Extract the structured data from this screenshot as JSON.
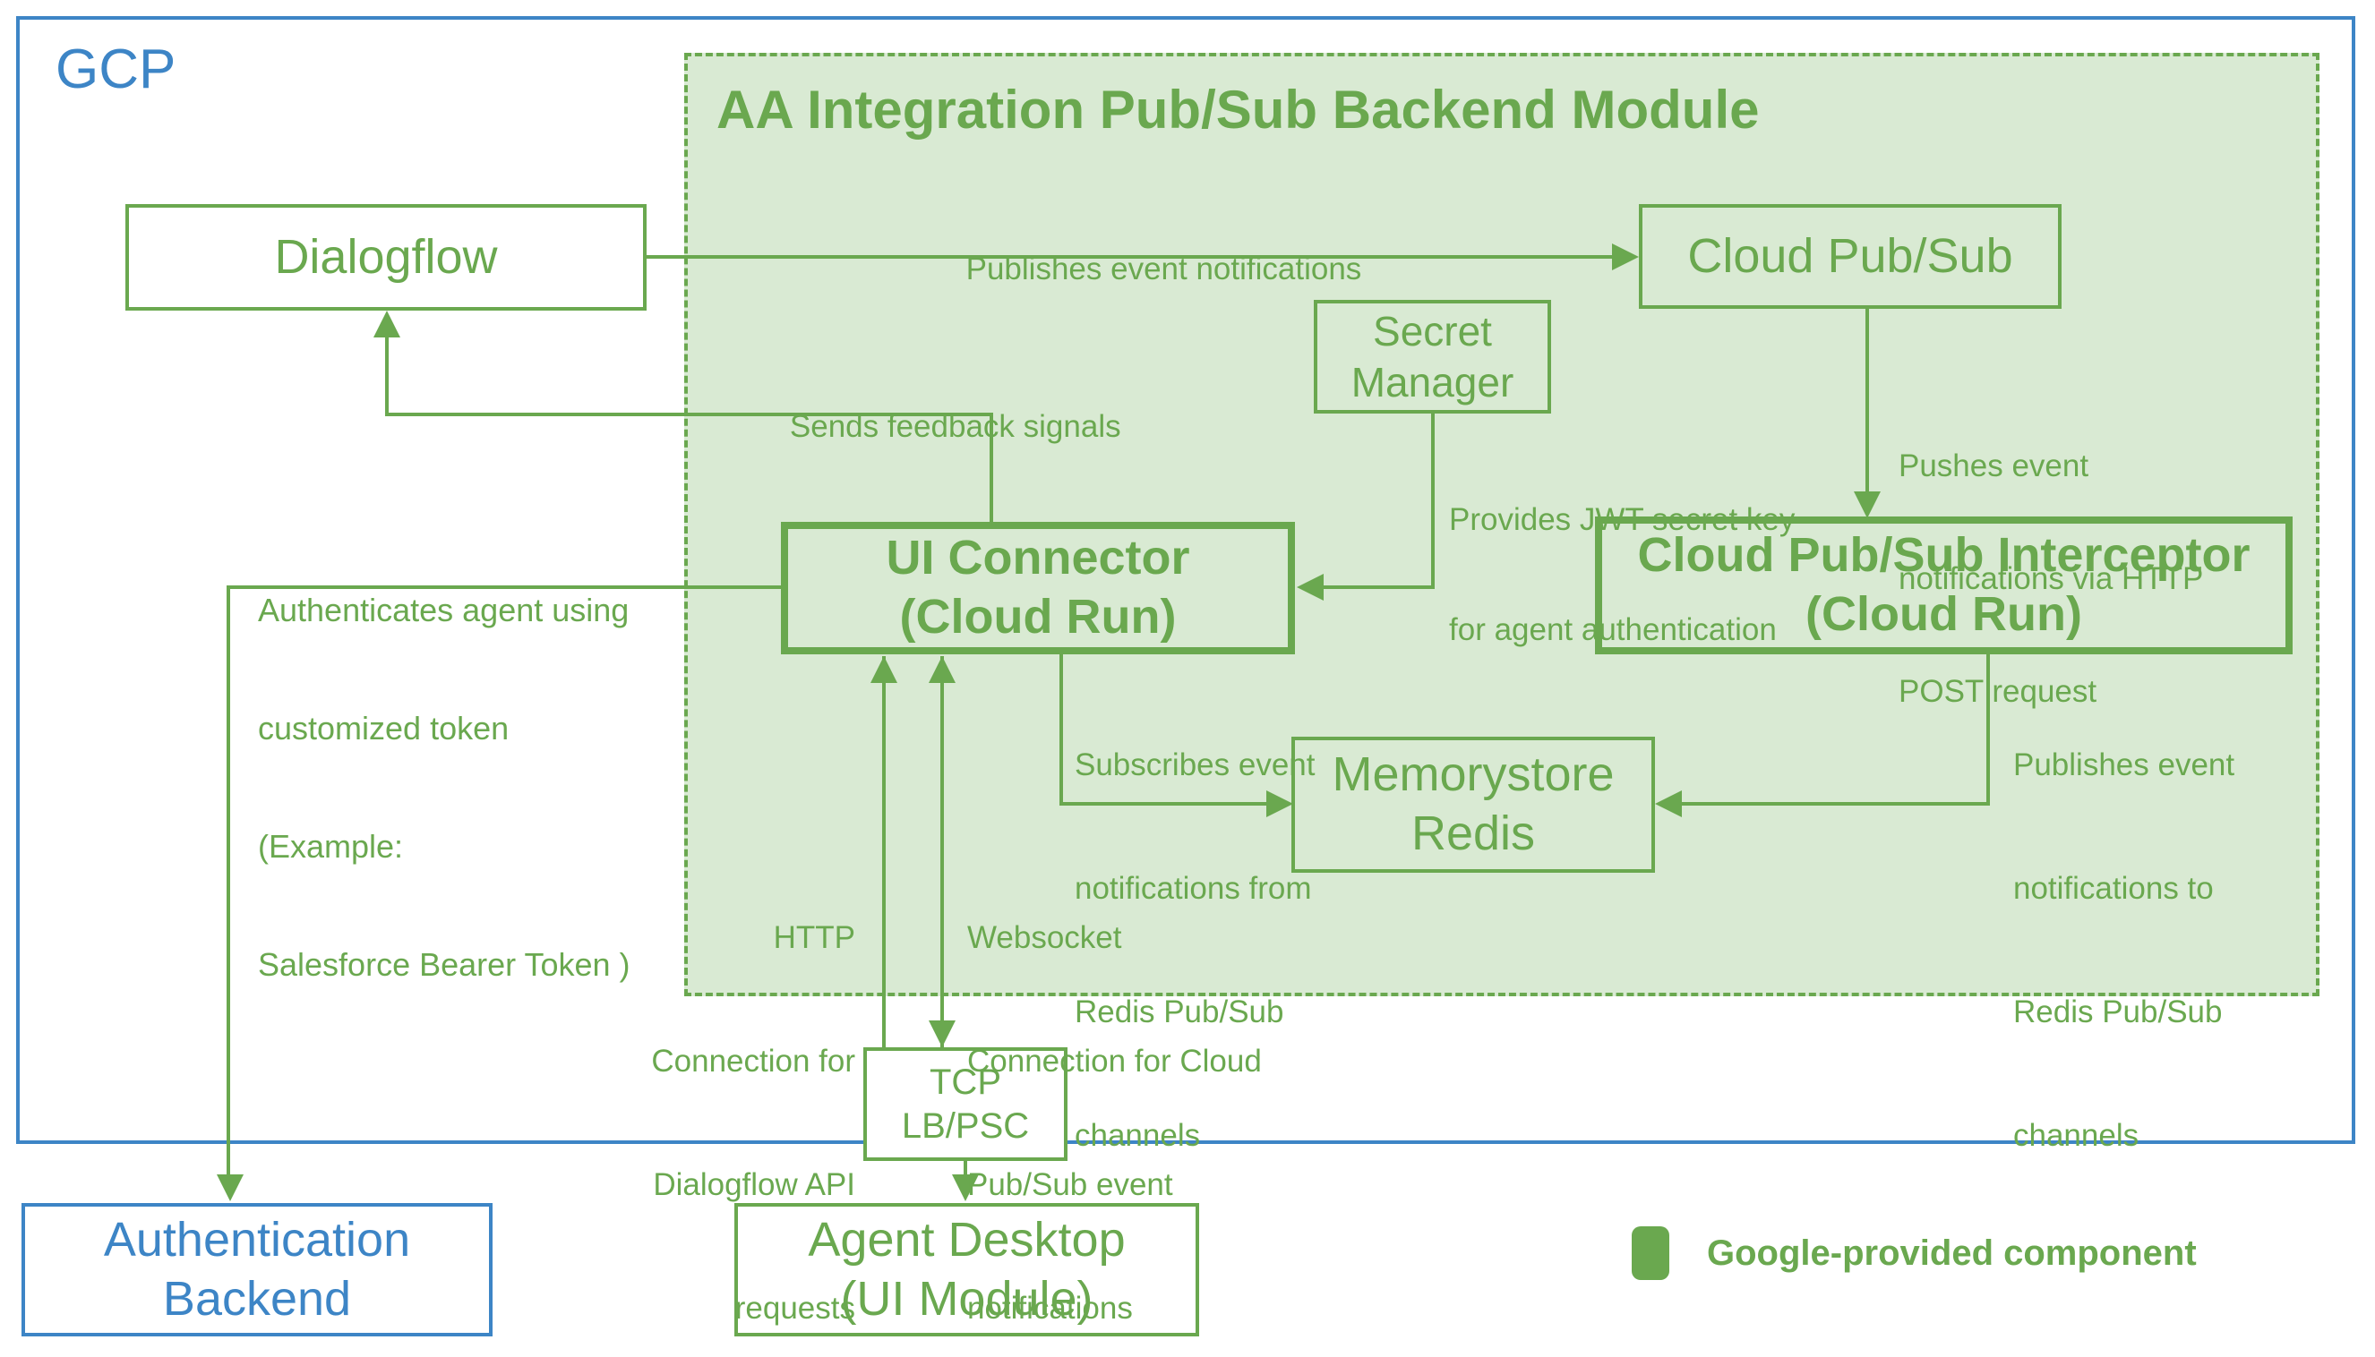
{
  "colors": {
    "green": "#6aa84f",
    "light_green_fill": "#d9ead3",
    "blue": "#3d85c6"
  },
  "gcp": {
    "label": "GCP"
  },
  "module": {
    "title": "AA Integration Pub/Sub Backend Module"
  },
  "nodes": {
    "dialogflow": {
      "lines": [
        "Dialogflow"
      ]
    },
    "cloud_pubsub": {
      "lines": [
        "Cloud Pub/Sub"
      ]
    },
    "secret_manager": {
      "lines": [
        "Secret",
        "Manager"
      ]
    },
    "ui_connector": {
      "lines": [
        "UI Connector",
        "(Cloud Run)"
      ]
    },
    "interceptor": {
      "lines": [
        "Cloud Pub/Sub Interceptor",
        "(Cloud Run)"
      ]
    },
    "memorystore": {
      "lines": [
        "Memorystore",
        "Redis"
      ]
    },
    "tcp_lb": {
      "lines": [
        "TCP",
        "LB/PSC"
      ]
    },
    "agent_desktop": {
      "lines": [
        "Agent Desktop",
        "(UI Module)"
      ]
    },
    "auth_backend": {
      "lines": [
        "Authentication",
        "Backend"
      ]
    }
  },
  "edge_labels": {
    "publishes_event": "Publishes event notifications",
    "sends_feedback": "Sends feedback signals",
    "authenticates": [
      "Authenticates agent using",
      "customized token",
      "(Example:",
      "Salesforce Bearer Token )"
    ],
    "provides_jwt": [
      "Provides JWT secret key",
      "for agent authentication"
    ],
    "pushes_event": [
      "Pushes event",
      "notifications via HTTP",
      "POST request"
    ],
    "subscribes": [
      "Subscribes event",
      "notifications from",
      "Redis Pub/Sub",
      "channels"
    ],
    "publishes_redis": [
      "Publishes event",
      "notifications to",
      "Redis Pub/Sub",
      "channels"
    ],
    "http_conn": [
      "HTTP",
      "Connection for",
      "Dialogflow API",
      "requests"
    ],
    "websocket_conn": [
      "Websocket",
      "Connection for Cloud",
      "Pub/Sub event",
      "notifications"
    ]
  },
  "legend": {
    "label": "Google-provided component"
  }
}
